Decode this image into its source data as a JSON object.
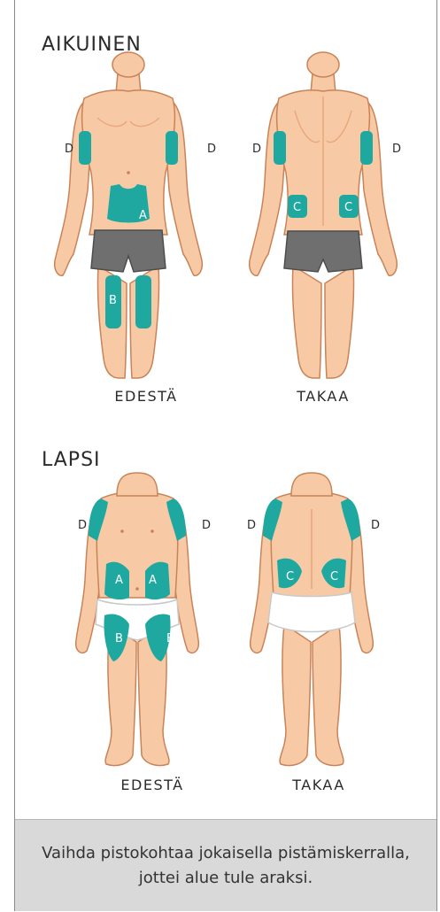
{
  "colors": {
    "skin": "#f7caa5",
    "skin_shadow": "#e9a87f",
    "outline": "#c98358",
    "zone": "#1fa8a0",
    "shorts": "#6f6f6f",
    "diaper": "#ffffff",
    "footer_bg": "#d9d9d9"
  },
  "adult": {
    "title": "AIKUINEN",
    "front_caption": "EDESTÄ",
    "back_caption": "TAKAA"
  },
  "child": {
    "title": "LAPSI",
    "front_caption": "EDESTÄ",
    "back_caption": "TAKAA"
  },
  "zones": {
    "a": "A",
    "b": "B",
    "c": "C",
    "d": "D"
  },
  "footer": {
    "line1": "Vaihda pistokohtaa jokaisella pistämiskerralla,",
    "line2": "jottei alue tule araksi."
  }
}
